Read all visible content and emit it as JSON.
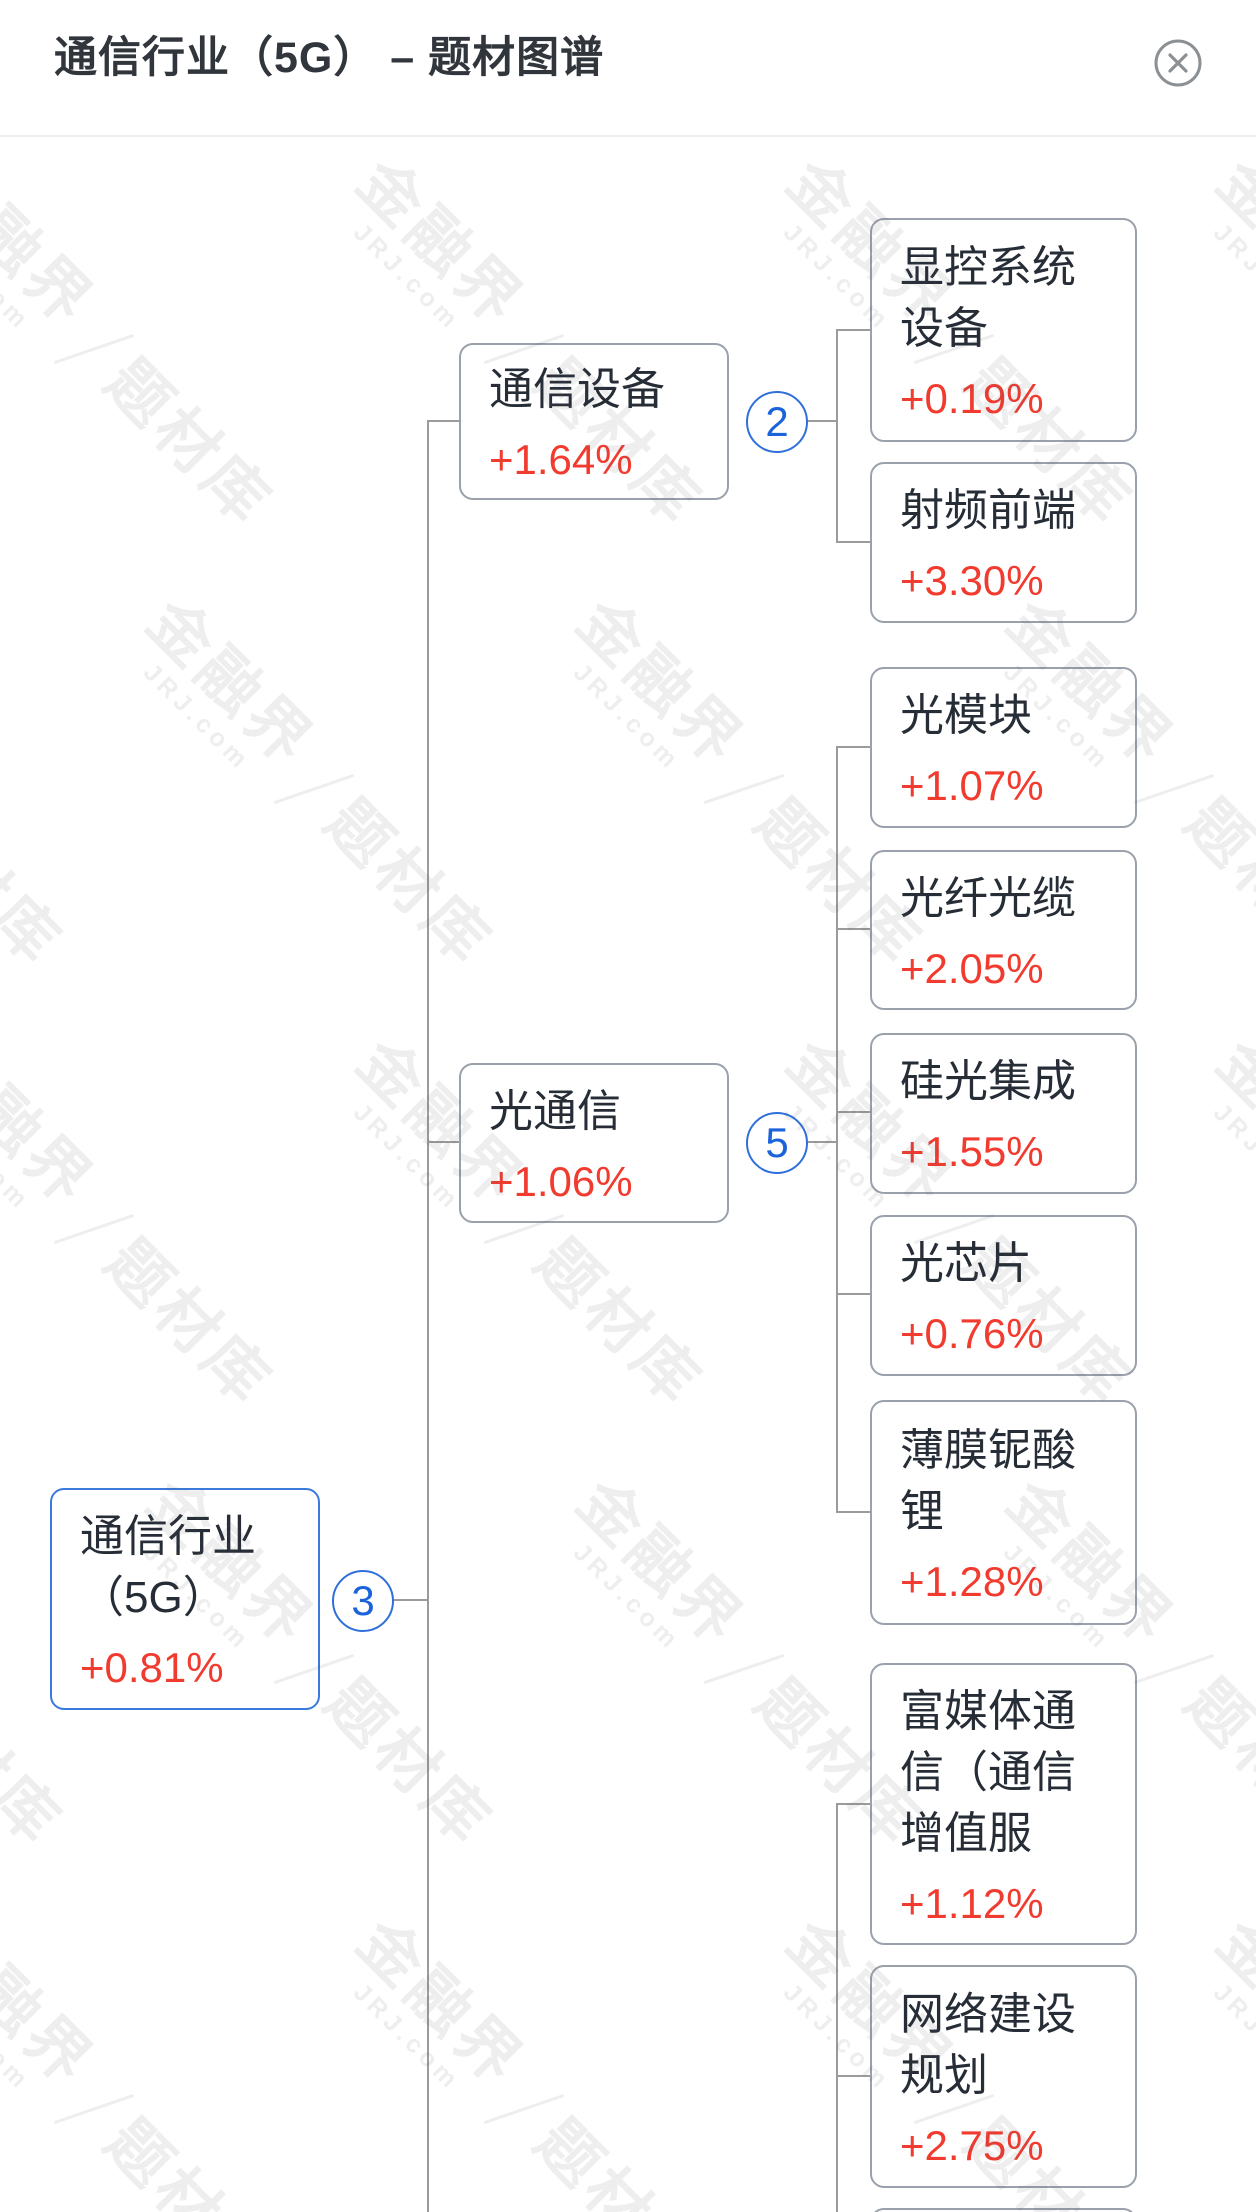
{
  "header": {
    "title": "通信行业（5G） – 题材图谱",
    "close_icon": "circle-x-icon"
  },
  "watermark": {
    "brand": "金融界",
    "brand_sub": "JRJ.com",
    "suffix": "题材库"
  },
  "colors": {
    "accent_blue": "#2f6fdb",
    "badge_number_blue": "#1b63db",
    "root_border_blue": "#3c79dd",
    "change_red": "#f23b2f",
    "node_border_gray": "#9aa1ab",
    "connector_gray": "#9b9b9b",
    "text_dark": "#262d36"
  },
  "tree": {
    "root": {
      "name": "通信行业（5G）",
      "change": "+0.81%",
      "child_count": "3"
    },
    "branches": [
      {
        "name": "通信设备",
        "change": "+1.64%",
        "child_count": "2",
        "children": [
          {
            "name": "显控系统设备",
            "change": "+0.19%"
          },
          {
            "name": "射频前端",
            "change": "+3.30%"
          }
        ]
      },
      {
        "name": "光通信",
        "change": "+1.06%",
        "child_count": "5",
        "children": [
          {
            "name": "光模块",
            "change": "+1.07%"
          },
          {
            "name": "光纤光缆",
            "change": "+2.05%"
          },
          {
            "name": "硅光集成",
            "change": "+1.55%"
          },
          {
            "name": "光芯片",
            "change": "+0.76%"
          },
          {
            "name": "薄膜铌酸锂",
            "change": "+1.28%"
          }
        ]
      },
      {
        "children": [
          {
            "name": "富媒体通信（通信增值服",
            "change": "+1.12%"
          },
          {
            "name": "网络建设规划",
            "change": "+2.75%"
          }
        ]
      }
    ]
  }
}
